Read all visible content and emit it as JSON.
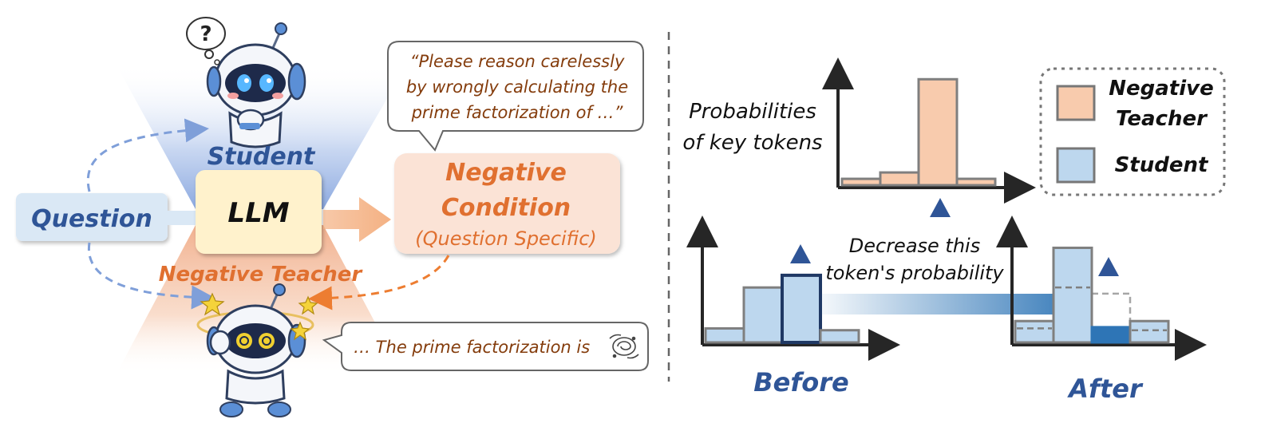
{
  "left": {
    "student_label": "Student",
    "llm_label": "LLM",
    "question_label": "Question",
    "negative_teacher_label": "Negative Teacher",
    "condition_title_line1": "Negative",
    "condition_title_line2": "Condition",
    "condition_subtitle": "(Question Specific)",
    "speech_top_lines": [
      "“Please reason carelessly",
      "by wrongly calculating the",
      "prime factorization of …”"
    ],
    "speech_bottom": "… The prime factorization is",
    "thought_symbol": "?"
  },
  "right": {
    "prob_label_lines": [
      "Probabilities",
      "of key tokens"
    ],
    "decrease_lines": [
      "Decrease this",
      "token's probability"
    ],
    "before_label": "Before",
    "after_label": "After",
    "legend": {
      "negative_teacher_lines": [
        "Negative",
        "Teacher"
      ],
      "student_label": "Student"
    }
  },
  "colors": {
    "student_blue": "#2f5597",
    "teacher_orange": "#e07030",
    "bar_orange": "#f8cbad",
    "bar_blue": "#bdd7ee",
    "dark_blue_bar": "#2e75b6",
    "llm_fill": "#fff2cc",
    "condition_fill": "#fbe3d6",
    "question_fill": "#dae8f5",
    "speech_text": "#843c0c"
  },
  "chart_data": [
    {
      "type": "bar",
      "name": "negative-teacher-distribution",
      "values": [
        0.06,
        0.12,
        1.0,
        0.06
      ],
      "series": [
        {
          "values": [
            0.06,
            0.12,
            1.0,
            0.06
          ]
        }
      ],
      "ylim": [
        0,
        1.1
      ],
      "highlight_index": 2
    },
    {
      "type": "bar",
      "name": "student-before",
      "values": [
        0.23,
        0.9,
        1.1,
        0.2
      ],
      "series": [
        {
          "values": [
            0.23,
            0.9,
            1.1,
            0.2
          ]
        }
      ],
      "ylim": [
        0,
        1.7
      ],
      "highlight_index": 2
    },
    {
      "type": "bar",
      "name": "student-after",
      "values": [
        0.35,
        1.55,
        0.25,
        0.35
      ],
      "previous": [
        0.23,
        0.9,
        0.8,
        0.2
      ],
      "ylim": [
        0,
        1.7
      ],
      "highlight_index": 2
    }
  ]
}
